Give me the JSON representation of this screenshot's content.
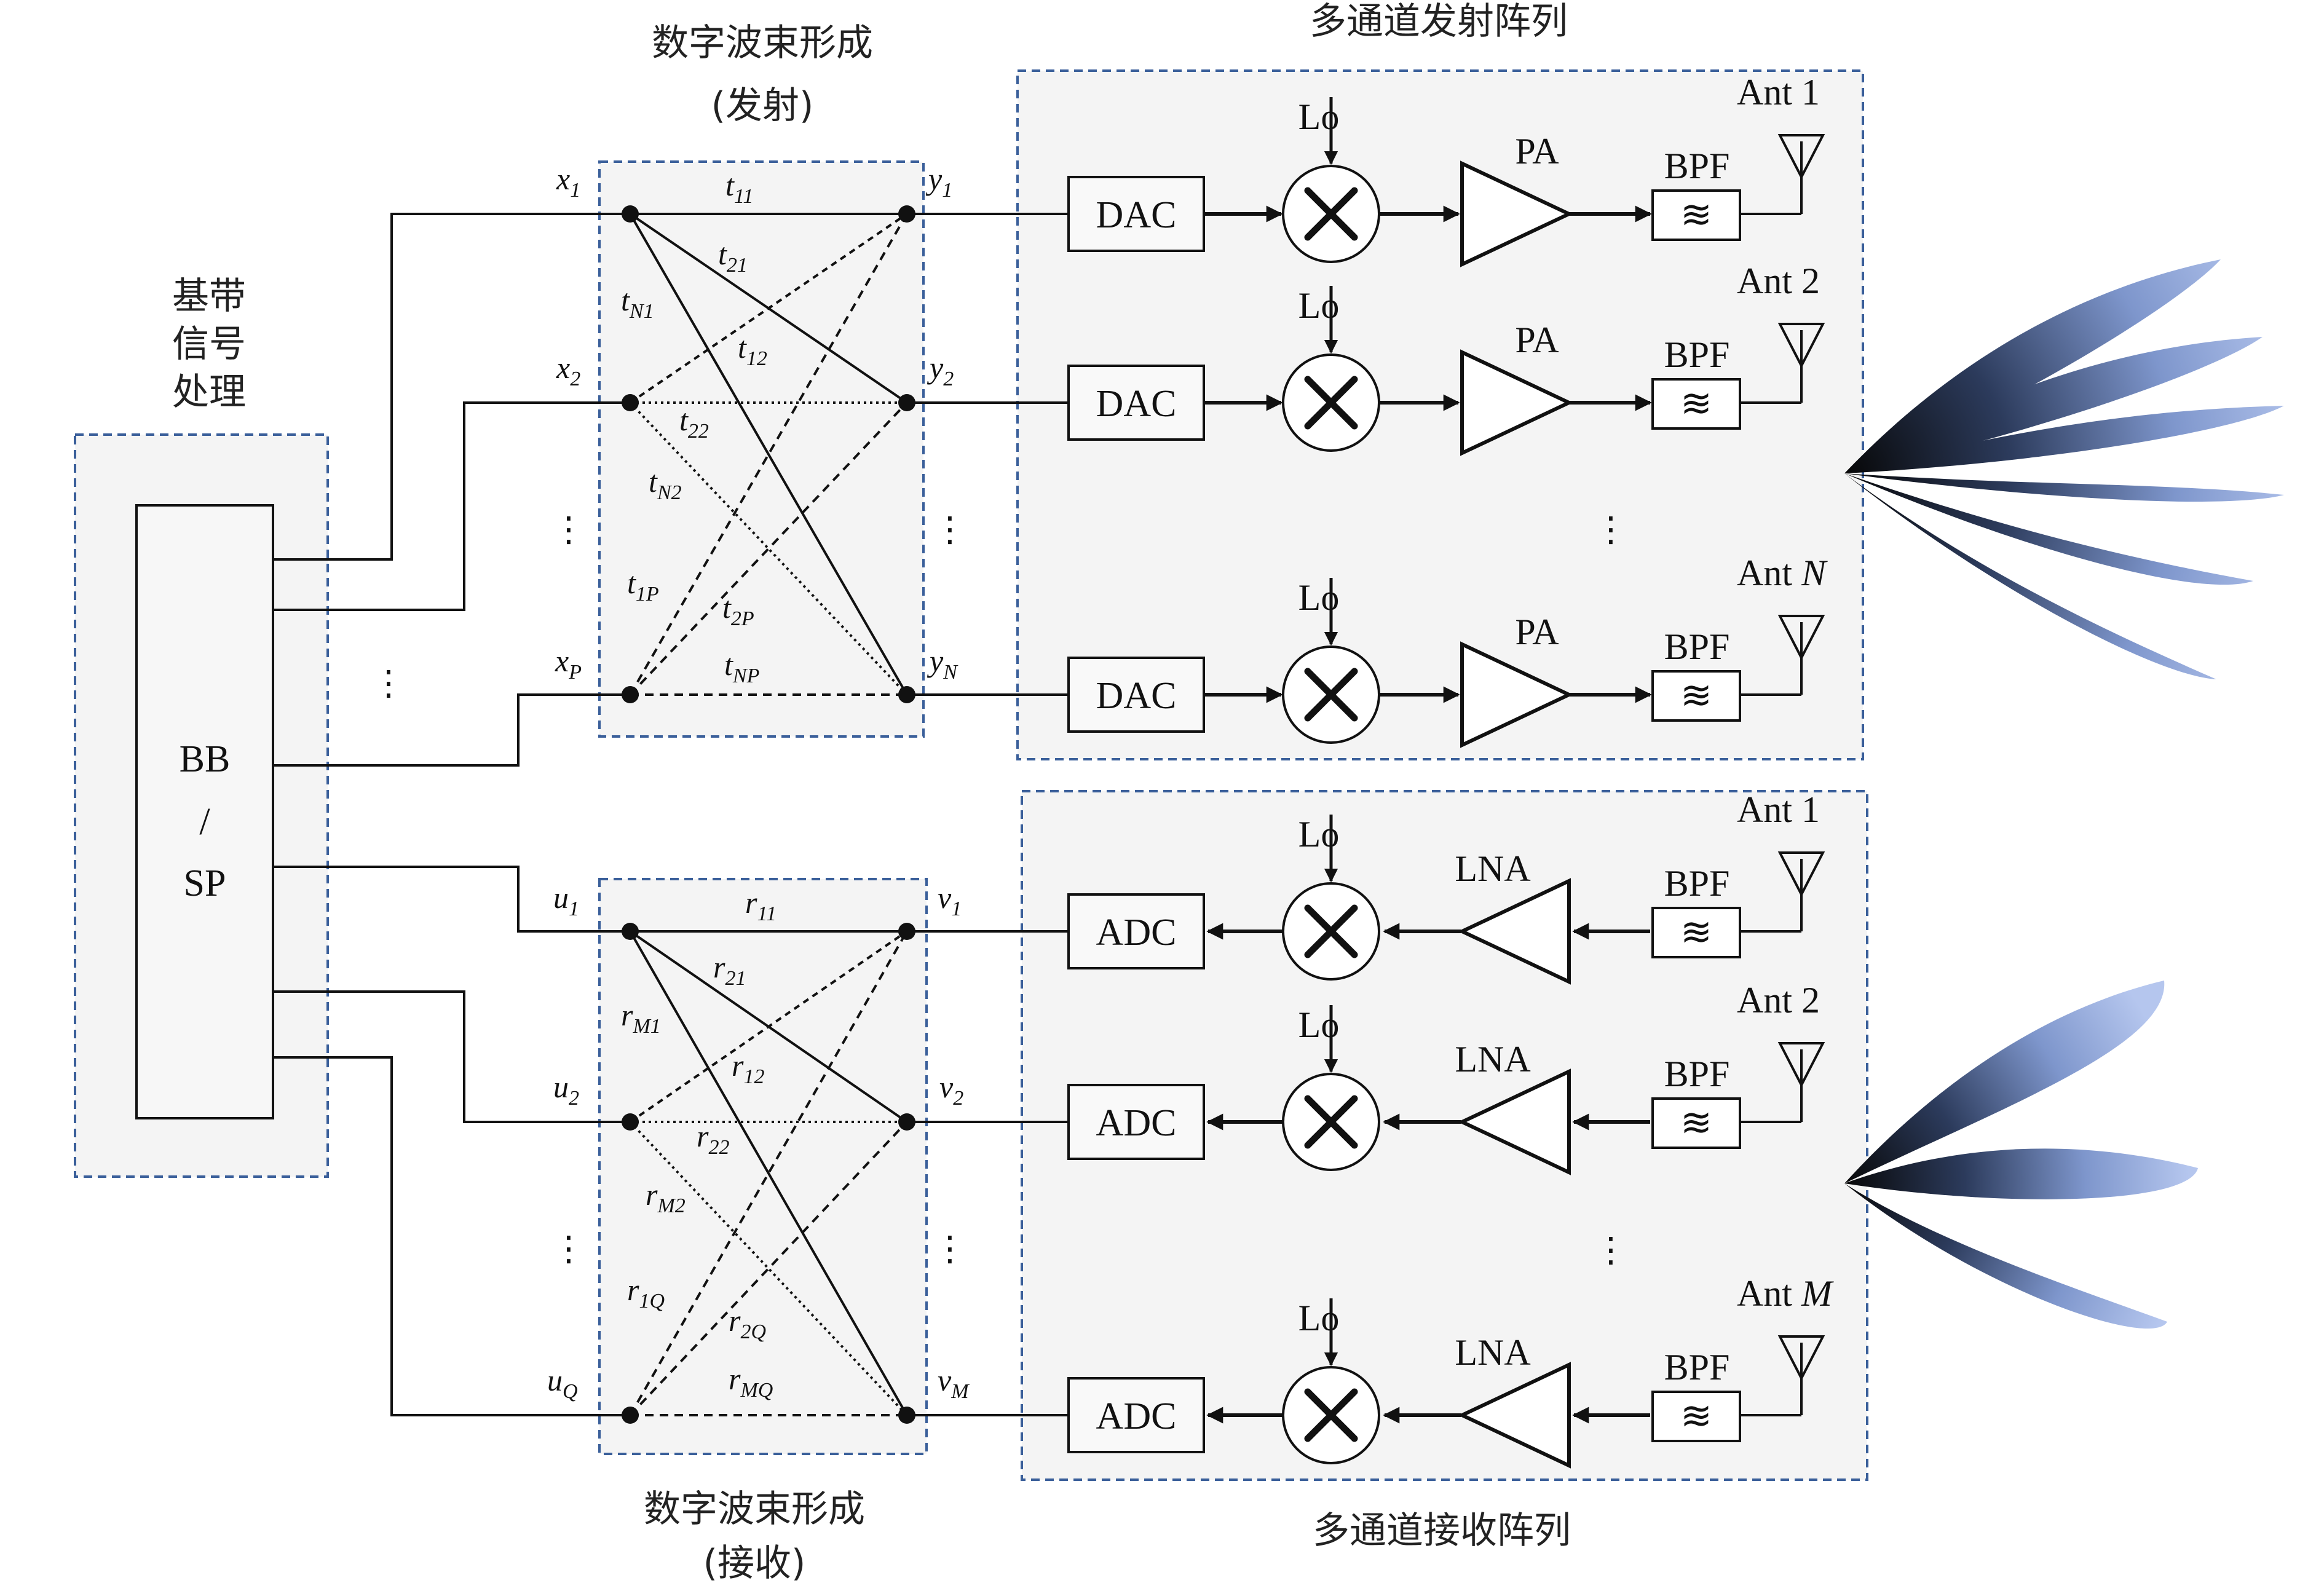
{
  "labels": {
    "baseband_line1": "基带",
    "baseband_line2": "信号",
    "baseband_line3": "处理",
    "bb_top": "BB",
    "bb_slash": "/",
    "bb_bottom": "SP",
    "tx_bf_title": "数字波束形成",
    "tx_bf_sub": "(发射)",
    "rx_bf_title": "数字波束形成",
    "rx_bf_sub": "(接收)",
    "tx_array_title": "多通道发射阵列",
    "rx_array_title": "多通道接收阵列",
    "dac": "DAC",
    "adc": "ADC",
    "pa": "PA",
    "lna": "LNA",
    "bpf": "BPF",
    "lo": "Lo",
    "filter_glyph": "≋",
    "ant": "Ant",
    "vdots": "⋮"
  },
  "tx": {
    "inputs": [
      {
        "base": "x",
        "sub": "1"
      },
      {
        "base": "x",
        "sub": "2"
      },
      {
        "base": "x",
        "sub": "P"
      }
    ],
    "outputs": [
      {
        "base": "y",
        "sub": "1"
      },
      {
        "base": "y",
        "sub": "2"
      },
      {
        "base": "y",
        "sub": "N"
      }
    ],
    "weights": [
      {
        "base": "t",
        "sub": "11"
      },
      {
        "base": "t",
        "sub": "21"
      },
      {
        "base": "t",
        "sub": "N1"
      },
      {
        "base": "t",
        "sub": "12"
      },
      {
        "base": "t",
        "sub": "22"
      },
      {
        "base": "t",
        "sub": "N2"
      },
      {
        "base": "t",
        "sub": "1P"
      },
      {
        "base": "t",
        "sub": "2P"
      },
      {
        "base": "t",
        "sub": "NP"
      }
    ],
    "antennas": [
      "1",
      "2",
      "N"
    ]
  },
  "rx": {
    "inputs": [
      {
        "base": "u",
        "sub": "1"
      },
      {
        "base": "u",
        "sub": "2"
      },
      {
        "base": "u",
        "sub": "Q"
      }
    ],
    "outputs": [
      {
        "base": "v",
        "sub": "1"
      },
      {
        "base": "v",
        "sub": "2"
      },
      {
        "base": "v",
        "sub": "M"
      }
    ],
    "weights": [
      {
        "base": "r",
        "sub": "11"
      },
      {
        "base": "r",
        "sub": "21"
      },
      {
        "base": "r",
        "sub": "M1"
      },
      {
        "base": "r",
        "sub": "12"
      },
      {
        "base": "r",
        "sub": "22"
      },
      {
        "base": "r",
        "sub": "M2"
      },
      {
        "base": "r",
        "sub": "1Q"
      },
      {
        "base": "r",
        "sub": "2Q"
      },
      {
        "base": "r",
        "sub": "MQ"
      }
    ],
    "antennas": [
      "1",
      "2",
      "M"
    ]
  },
  "colors": {
    "dashed_border": "#3a5f9a",
    "panel_fill": "#f4f4f4",
    "beam_light": "#9fb5e6",
    "beam_dark": "#0a0a0a"
  }
}
